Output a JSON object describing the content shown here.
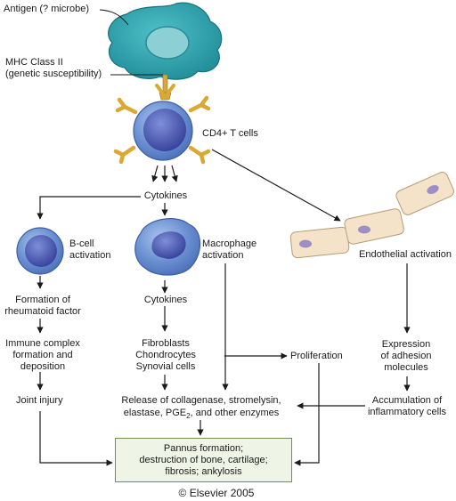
{
  "labels": {
    "antigen": "Antigen (? microbe)",
    "mhc_line1": "MHC Class II",
    "mhc_line2": "(genetic susceptibility)",
    "cd4": "CD4+ T cells",
    "cytokines_top": "Cytokines",
    "bcell_line1": "B-cell",
    "bcell_line2": "activation",
    "macrophage_line1": "Macrophage",
    "macrophage_line2": "activation",
    "endothelial": "Endothelial activation",
    "rf_line1": "Formation of",
    "rf_line2": "rheumatoid factor",
    "cytokines_mid": "Cytokines",
    "ic_line1": "Immune complex",
    "ic_line2": "formation and",
    "ic_line3": "deposition",
    "fibroblasts": "Fibroblasts",
    "chondrocytes": "Chondrocytes",
    "synovial": "Synovial cells",
    "proliferation": "Proliferation",
    "adhesion_line1": "Expression",
    "adhesion_line2": "of adhesion",
    "adhesion_line3": "molecules",
    "joint_injury": "Joint injury",
    "release_line1": "Release of collagenase, stromelysin,",
    "release_line2_a": "elastase, PGE",
    "release_line2_sub": "2",
    "release_line2_b": ", and other enzymes",
    "accum_line1": "Accumulation of",
    "accum_line2": "inflammatory cells",
    "pannus_line1": "Pannus formation;",
    "pannus_line2": "destruction of bone, cartilage;",
    "pannus_line3": "fibrosis; ankylosis",
    "copyright": "© Elsevier 2005"
  },
  "colors": {
    "antigen_cell": "#2aa3ad",
    "antigen_nucleus": "#7fc4cc",
    "lymphocyte": "#5f86c9",
    "lymphocyte_nucleus": "#3b4aa6",
    "receptor": "#d9a933",
    "endothelium": "#f4e2c9",
    "endothelium_nucleus": "#9d8fc4",
    "result_box": "#eef5e6"
  }
}
